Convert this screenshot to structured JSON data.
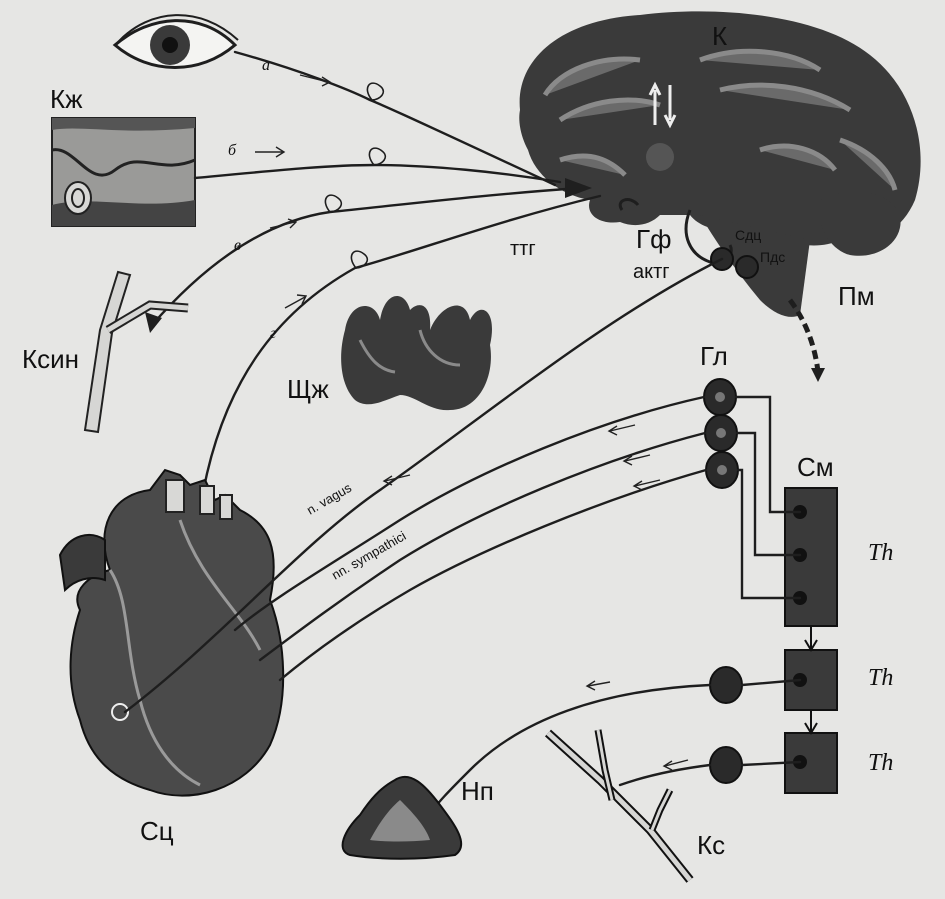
{
  "labels": {
    "skin": "Кж",
    "cortex": "К",
    "hypothalamus": "Гф",
    "ttg": "ттг",
    "actg": "актг",
    "sdc": "Сдц",
    "pdc": "Пдс",
    "medulla": "Пм",
    "vessel_sinus": "Ксин",
    "thyroid": "Щж",
    "ganglia": "Гл",
    "spinal_cord": "См",
    "th1": "Th",
    "th2": "Th",
    "th3": "Th",
    "heart": "Сц",
    "adrenal": "Нп",
    "vessel": "Кс",
    "path_a": "а",
    "path_b": "б",
    "path_v": "в",
    "path_g": "г",
    "vagus": "n. vagus",
    "sympathici": "nn. sympathici"
  },
  "colors": {
    "background": "#e6e6e4",
    "ink": "#1e1e1e",
    "tissue": "#3a3a3a"
  }
}
